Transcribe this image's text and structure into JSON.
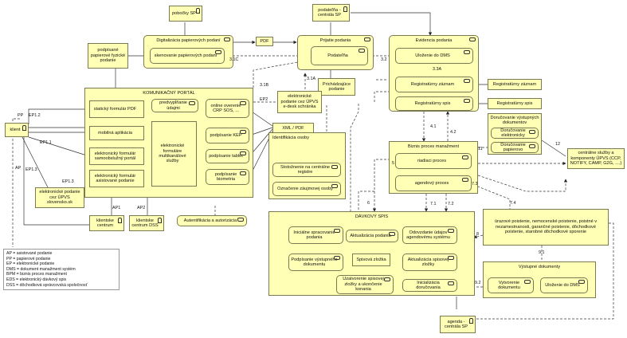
{
  "nodes": {
    "pobocky_sp": "pobočky SP",
    "podatelna_centrala": "podateľňa - centrála SP",
    "podpisane_papierove": "podpísané papierové fyzické podanie",
    "digitalizacia": "Digitalizácia papierových podaní",
    "skenovanie": "skenovanie papierových podaní",
    "pdf_top": "PDF",
    "prijatie_podania": "Prijatie podania",
    "podatelna": "Podateľňa",
    "evidencia_podania": "Evidencia podania",
    "ulozenie_dms": "Uloženie do DMS",
    "registraturny_zaznam": "Registratúrny záznam",
    "registraturny_zaznam_r": "Registratúrny záznam",
    "registraturny_spis": "Registratúrny spis",
    "registraturny_spis_r": "Registratúrny spis",
    "prichadzajuce_podanie": "Prichádzajúce podanie",
    "komunikacny_portal": "KOMUNIKAČNÝ PORTÁL",
    "staticky_formular": "statický formulár PDF",
    "predvyplnanie": "predvypĺňanie údajmi",
    "online_overenie": "online overenie CRP SOS, ...",
    "mobilna_aplikacia": "mobilná aplikácia",
    "elektronicke_formulare": "elektronické formuláre multikanálové služby",
    "podpisanie_kep": "podpísanie KEP",
    "samoobsluzny_portal": "elektronický formulár samoobslužný portál",
    "podpisanie_tablet": "podpísanie tablet",
    "asistovane_podanie": "elektronický formulár asistované podanie",
    "podpisanie_biometria": "podpísanie biometria",
    "el_podanie_upvs_desk": "elektronické podanie cez ÚPVS e-desk schránka",
    "xml_pdf": "XML / PDF",
    "identifikacia_osoby": "Identifikácia osoby",
    "stotoznenie": "Stotožnenie na centrálne registre",
    "oznacenie_osoby": "Označenie záujmovej osoby",
    "klient": "klient",
    "el_podanie_upvs_sk": "elektronické podanie cez ÚPVS slovensko.sk",
    "klientske_centrum": "klientske centrum",
    "klientske_centrum_dss": "klientske centrum DSS",
    "autentifikacia": "Autentifikácia a autorizácia",
    "biznis_proces": "Biznis proces manažment",
    "riadiaci_proces": "riadiaci proces",
    "agendovy_proces": "agendový proces",
    "dorucovanie_vystupnych": "Doručovanie výstupných dokumentov",
    "dorucovanie_elektronicky": "Doručovanie elektronicky",
    "dorucovanie_papierovo": "Doručovanie papierovo",
    "centralne_sluzby": "centrálne služby a komponenty ÚPVS (CCP, NOTIFY, CAMP, G2G, ....)",
    "davkovy_spis": "DÁVKOVÝ SPIS",
    "inicialne_spracovanie": "Iniciálne spracovanie podania",
    "aktualizacia_podania": "Aktualizácia podania",
    "odovzdanie_udajov": "Odovzdanie údajov agendovému systému",
    "podpisanie_vystupneho": "Podpísanie výstupného dokumentu",
    "spisova_zlozka": "Spisová zložka",
    "aktualizacia_spisovej": "Aktualizácia spisovej zložky",
    "uzatvorenie_spisovej": "Uzatvorenie spisovej zložky a ukončenie konania",
    "inicializacia_dorucovania": "Inicializácia doručovania",
    "urazove_poistenie": "úrazové poistenie, nemocenské poistenie, poistné v nezamestnanosti, garančné poistenie, dôchodkové poistenie, starobné dôchodkové sporenie",
    "vystupne_dokumenty": "Výstupné dokumenty",
    "vytvorenie_dokumentu": "Vytvorenie dokumentu",
    "ulozenie_dms2": "Uloženie do DMS",
    "agenda_centrala": "agenda - centrála SP"
  },
  "edge_labels": {
    "l_31c": "3.1C",
    "l_32": "3.2",
    "l_33a": "3.3A",
    "l_31b": "3.1B",
    "l_31a": "3.1A",
    "l_ep2": "EP2",
    "l_pp": "PP",
    "l_ep12": "EP1.2",
    "l_ep11": "EP1.1",
    "l_ap_left": "AP",
    "l_ep13a": "EP1.3",
    "l_ep13b": "EP1.3",
    "l_ap1": "AP1",
    "l_ap2": "AP2",
    "l_41": "4.1",
    "l_42": "4.2",
    "l_71": "7.1",
    "l_72": "7.2",
    "l_73": "7.3",
    "l_74": "7.4",
    "l_5": "5",
    "l_6": "6",
    "l_8": "8",
    "l_91": "9.1",
    "l_92": "9.2",
    "l_11": "11",
    "l_12": "12"
  },
  "legend": [
    "AP = asistované podanie",
    "PP = papierové podanie",
    "EP = elektronické podanie",
    "DMS = dokument manažment systém",
    "BPM = biznis proces manažment",
    "EDS = elektronický dávkový spis",
    "DSS = dôchodková správcovská spoločnosť"
  ]
}
